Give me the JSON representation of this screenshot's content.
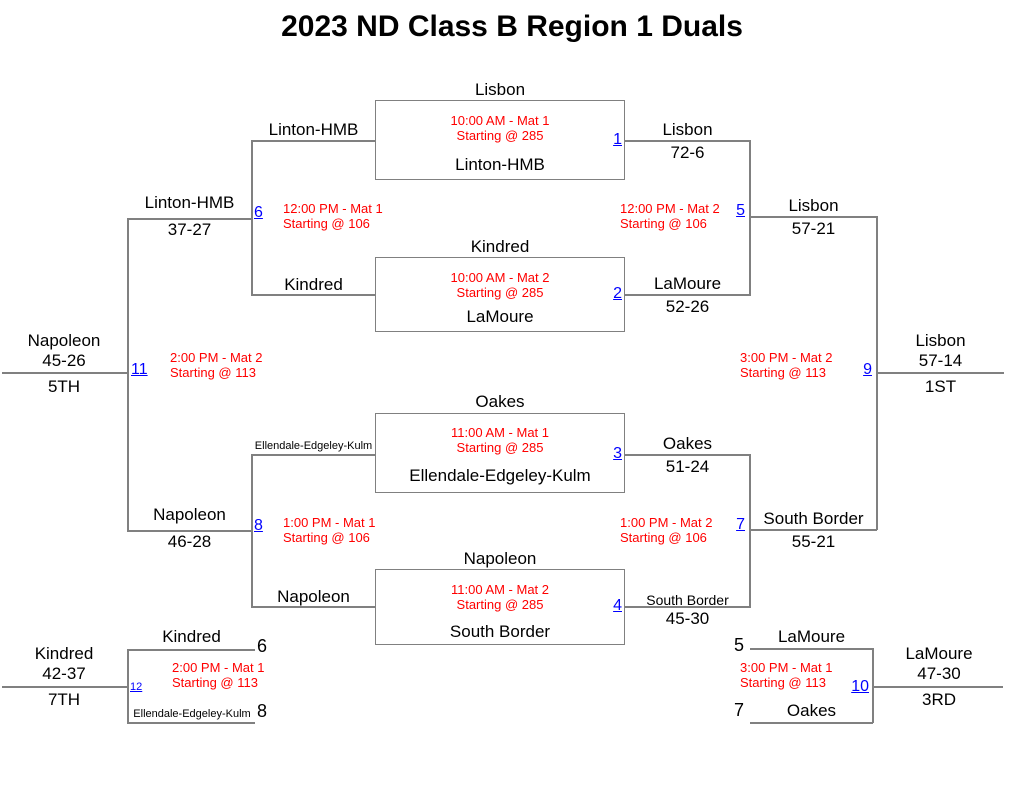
{
  "title": "2023 ND Class B Region 1 Duals",
  "colors": {
    "bracket_line": "#808080",
    "schedule_text": "#ff0000",
    "match_number_link": "#0000ff",
    "team_text": "#000000"
  },
  "quarterfinals": [
    {
      "number": "1",
      "feed_team": "Linton-HMB",
      "team_top": "Lisbon",
      "team_bottom": "Linton-HMB",
      "time": "10:00 AM - Mat 1",
      "starting": "Starting @ 285",
      "winner": "Lisbon",
      "score": "72-6"
    },
    {
      "number": "2",
      "feed_team": "Kindred",
      "team_top": "Kindred",
      "team_bottom": "LaMoure",
      "time": "10:00 AM - Mat 2",
      "starting": "Starting @ 285",
      "winner": "LaMoure",
      "score": "52-26"
    },
    {
      "number": "3",
      "feed_team": "Ellendale-Edgeley-Kulm",
      "team_top": "Oakes",
      "team_bottom": "Ellendale-Edgeley-Kulm",
      "time": "11:00 AM - Mat 1",
      "starting": "Starting @ 285",
      "winner": "Oakes",
      "score": "51-24"
    },
    {
      "number": "4",
      "feed_team": "Napoleon",
      "team_top": "Napoleon",
      "team_bottom": "South Border",
      "time": "11:00 AM - Mat 2",
      "starting": "Starting @ 285",
      "winner": "South Border",
      "score": "45-30"
    }
  ],
  "semifinals": [
    {
      "number": "5",
      "time": "12:00 PM - Mat 2",
      "starting": "Starting @ 106",
      "winner": "Lisbon",
      "score": "57-21"
    },
    {
      "number": "7",
      "time": "1:00 PM - Mat 2",
      "starting": "Starting @ 106",
      "winner": "South Border",
      "score": "55-21"
    }
  ],
  "final": {
    "number": "9",
    "time": "3:00 PM - Mat 2",
    "starting": "Starting @ 113",
    "winner": "Lisbon",
    "score": "57-14",
    "placement": "1ST"
  },
  "consolation_semifinals": [
    {
      "number": "6",
      "time": "12:00 PM - Mat 1",
      "starting": "Starting @ 106",
      "winner": "Linton-HMB",
      "score": "37-27"
    },
    {
      "number": "8",
      "time": "1:00 PM - Mat 1",
      "starting": "Starting @ 106",
      "winner": "Napoleon",
      "score": "46-28"
    }
  ],
  "fifth_place": {
    "number": "11",
    "time": "2:00 PM - Mat 2",
    "starting": "Starting @ 113",
    "winner": "Napoleon",
    "score": "45-26",
    "placement": "5TH"
  },
  "third_place": {
    "number": "10",
    "time": "3:00 PM - Mat 1",
    "starting": "Starting @ 113",
    "top_seed": "5",
    "top_team": "LaMoure",
    "bottom_seed": "7",
    "bottom_team": "Oakes",
    "winner": "LaMoure",
    "score": "47-30",
    "placement": "3RD"
  },
  "seventh_place": {
    "number": "12",
    "time": "2:00 PM - Mat 1",
    "starting": "Starting @ 113",
    "top_seed": "6",
    "top_team": "Kindred",
    "bottom_seed": "8",
    "bottom_team": "Ellendale-Edgeley-Kulm",
    "winner": "Kindred",
    "score": "42-37",
    "placement": "7TH"
  }
}
